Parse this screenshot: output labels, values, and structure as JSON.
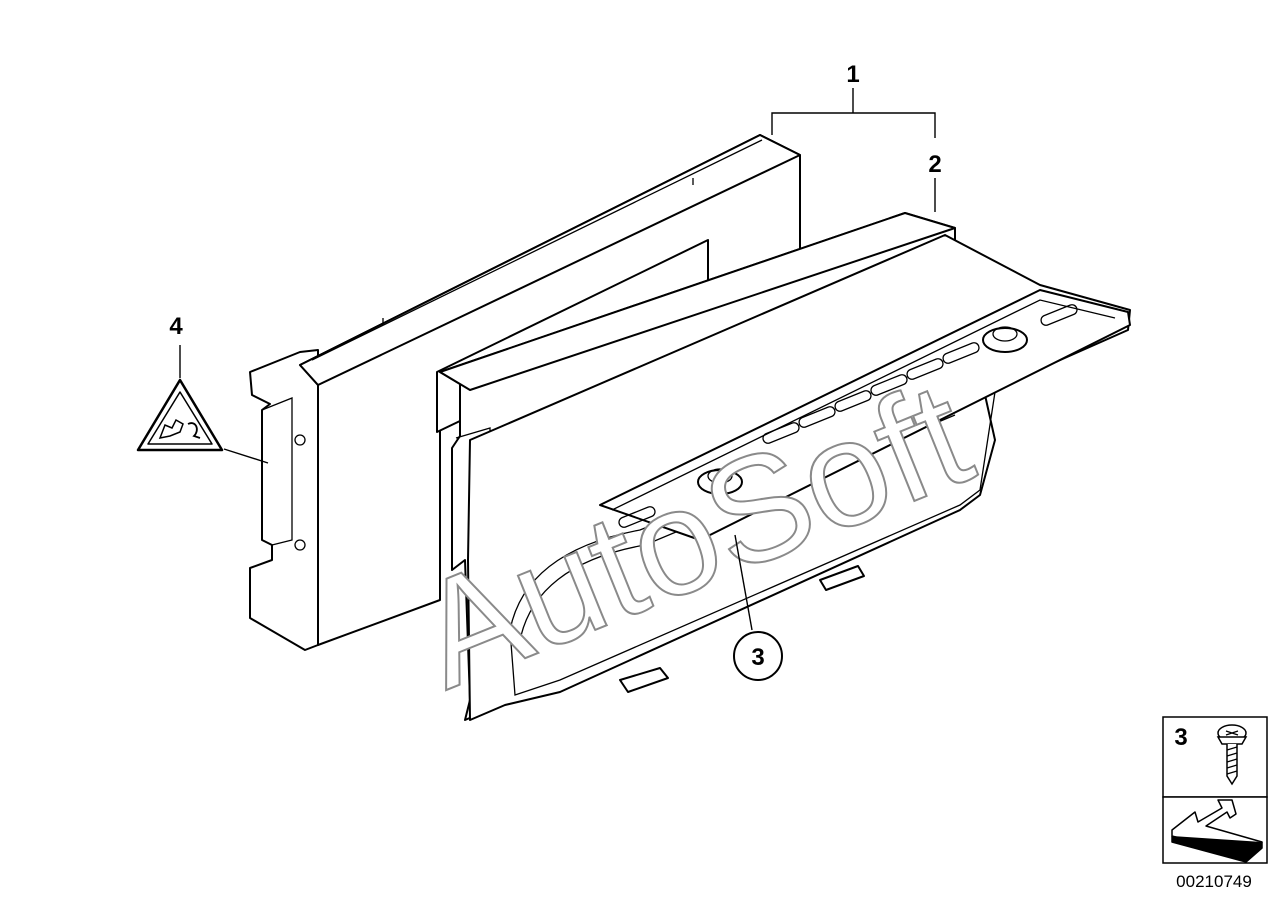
{
  "callouts": {
    "c1": "1",
    "c2": "2",
    "c3": "3",
    "c4": "4"
  },
  "legend": {
    "item_number": "3"
  },
  "watermark": "AutoSoft",
  "diagram_ref": "00210749"
}
